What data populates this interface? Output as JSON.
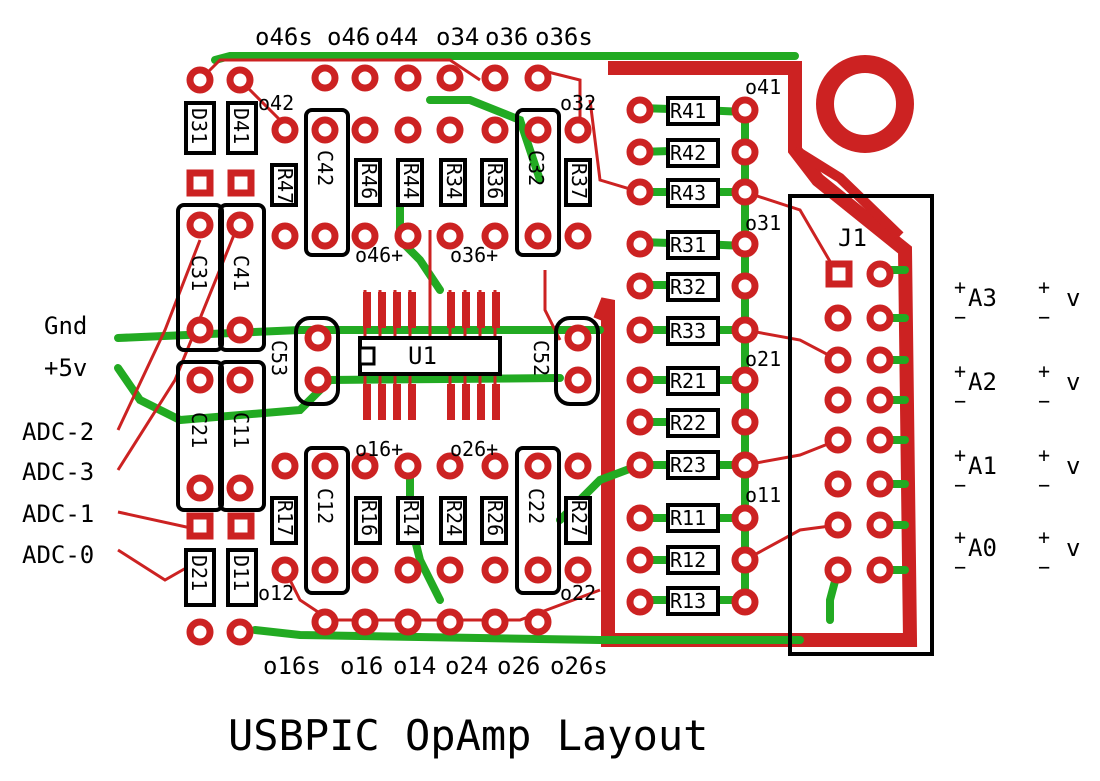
{
  "title": "USBPIC OpAmp Layout",
  "colors": {
    "trace_top": "#cc2222",
    "trace_bottom": "#22aa22",
    "pad": "#cc2222",
    "outline": "#000000",
    "background": "#ffffff"
  },
  "top_pin_labels": [
    "o46s",
    "o46",
    "o44",
    "o34",
    "o36",
    "o36s"
  ],
  "bottom_pin_labels": [
    "o16s",
    "o16",
    "o14",
    "o24",
    "o26",
    "o26s"
  ],
  "left_labels": [
    "Gnd",
    "+5v",
    "ADC-2",
    "ADC-3",
    "ADC-1",
    "ADC-0"
  ],
  "node_labels": [
    "o42",
    "o32",
    "o41",
    "o31",
    "o21",
    "o11",
    "o12",
    "o22",
    "o46+",
    "o36+",
    "o16+",
    "o26+"
  ],
  "chip": "U1",
  "connector": "J1",
  "resistors_right": [
    "R41",
    "R42",
    "R43",
    "R31",
    "R32",
    "R33",
    "R21",
    "R22",
    "R23",
    "R11",
    "R12",
    "R13"
  ],
  "upper_parts": [
    "R47",
    "C42",
    "R46",
    "R44",
    "R34",
    "R36",
    "C32",
    "R37"
  ],
  "lower_parts": [
    "R17",
    "C12",
    "R16",
    "R14",
    "R24",
    "R26",
    "C22",
    "R27"
  ],
  "left_parts": [
    "D31",
    "D41",
    "C31",
    "C41",
    "C21",
    "C11",
    "D21",
    "D11"
  ],
  "center_caps": [
    "C53",
    "C52"
  ],
  "channel_labels": [
    "A3",
    "A2",
    "A1",
    "A0"
  ],
  "plus_minus": {
    "plus": "+",
    "minus": "−",
    "volt": "v"
  }
}
